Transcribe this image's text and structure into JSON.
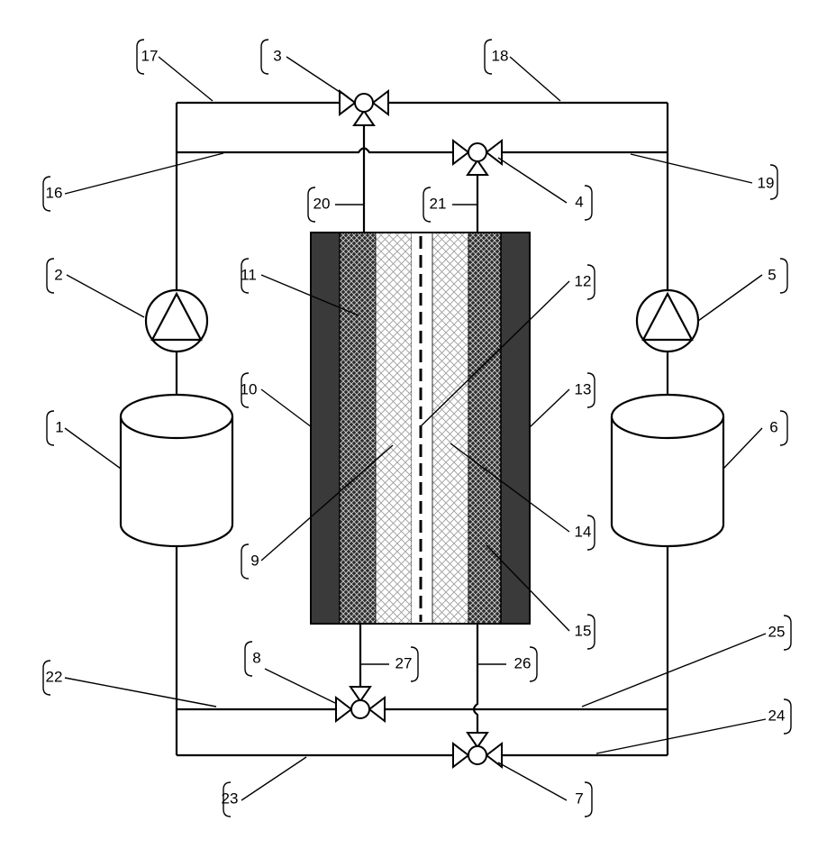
{
  "labels": {
    "n1": "1",
    "n2": "2",
    "n3": "3",
    "n4": "4",
    "n5": "5",
    "n6": "6",
    "n7": "7",
    "n8": "8",
    "n9": "9",
    "n10": "10",
    "n11": "11",
    "n12": "12",
    "n13": "13",
    "n14": "14",
    "n15": "15",
    "n16": "16",
    "n17": "17",
    "n18": "18",
    "n19": "19",
    "n20": "20",
    "n21": "21",
    "n22": "22",
    "n23": "23",
    "n24": "24",
    "n25": "25",
    "n26": "26",
    "n27": "27"
  },
  "components": {
    "tanks": [
      "1",
      "6"
    ],
    "pumps": [
      "2",
      "5"
    ],
    "valves": [
      "3",
      "4",
      "7",
      "8"
    ]
  },
  "colors": {
    "line": "#000000",
    "housing": "#3a3a3a",
    "background": "#ffffff"
  }
}
